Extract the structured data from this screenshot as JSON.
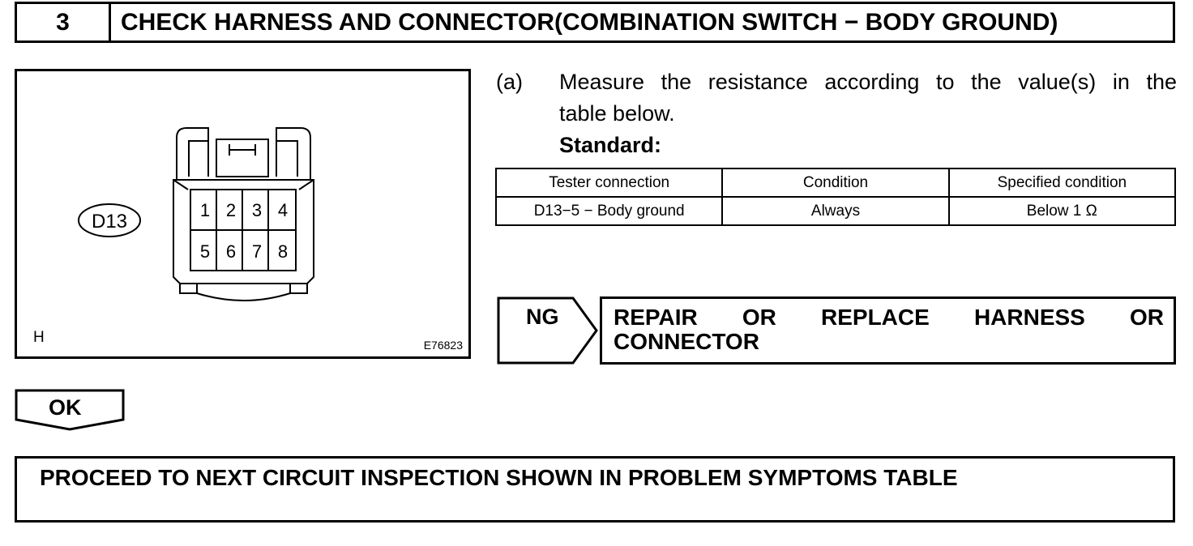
{
  "step": {
    "number": "3",
    "title": "CHECK HARNESS AND CONNECTOR(COMBINATION SWITCH − BODY GROUND)"
  },
  "figure": {
    "connector_label": "D13",
    "pins": [
      "1",
      "2",
      "3",
      "4",
      "5",
      "6",
      "7",
      "8"
    ],
    "corner_letter": "H",
    "figure_code": "E76823"
  },
  "instruction": {
    "marker": "(a)",
    "line1": "Measure the resistance according to the value(s) in the",
    "line2": "table below.",
    "standard_label": "Standard:"
  },
  "spec_table": {
    "headers": [
      "Tester connection",
      "Condition",
      "Specified condition"
    ],
    "rows": [
      [
        "D13−5 − Body ground",
        "Always",
        "Below 1 Ω"
      ]
    ]
  },
  "ng": {
    "label": "NG",
    "action_words": [
      "REPAIR",
      "OR",
      "REPLACE",
      "HARNESS",
      "OR"
    ],
    "action_line2": "CONNECTOR"
  },
  "ok": {
    "label": "OK"
  },
  "next": {
    "text": "PROCEED TO NEXT CIRCUIT INSPECTION SHOWN IN PROBLEM SYMPTOMS TABLE"
  }
}
